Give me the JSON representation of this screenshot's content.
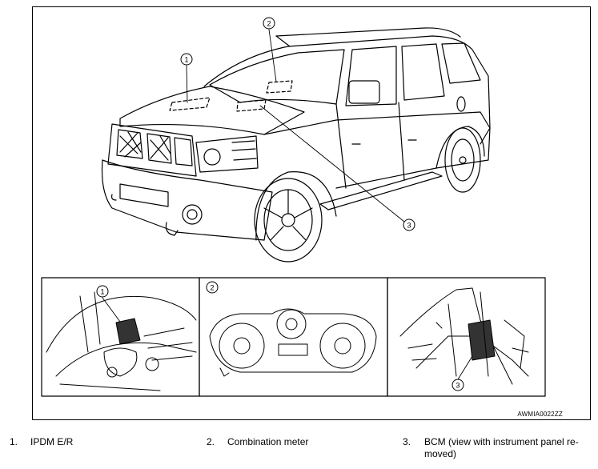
{
  "callouts": {
    "c1": "1",
    "c2": "2",
    "c3": "3"
  },
  "figure_code": "AWMIA0022ZZ",
  "legend": [
    {
      "num": "1.",
      "text": "IPDM E/R"
    },
    {
      "num": "2.",
      "text": "Combination meter"
    },
    {
      "num": "3.",
      "text": "BCM (view with instrument panel re-moved)"
    }
  ],
  "legend3_lines": [
    "BCM (view with instrument panel re-",
    "moved)"
  ]
}
